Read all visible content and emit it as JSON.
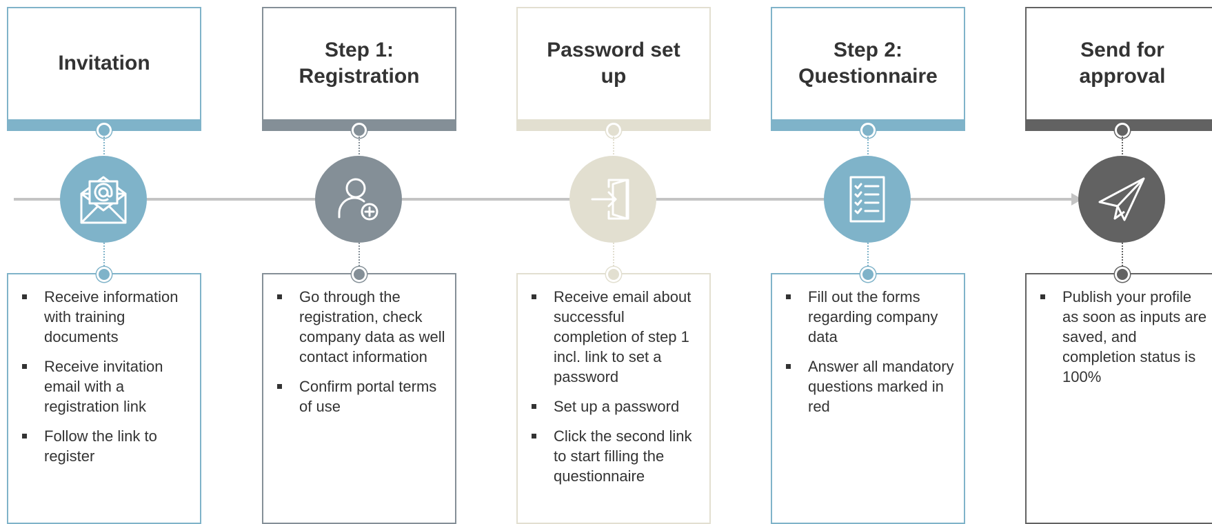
{
  "colors": {
    "timeline": "#c4c4c4",
    "steps": [
      "#7fb3c9",
      "#848f97",
      "#e2dfd0",
      "#7fb3c9",
      "#626262"
    ]
  },
  "steps": [
    {
      "title": "Invitation",
      "icon": "envelope-at-icon",
      "items": [
        "Receive information with training documents",
        "Receive invitation email with a registration link",
        "Follow the link to register"
      ]
    },
    {
      "title": "Step 1:\nRegistration",
      "icon": "user-add-icon",
      "items": [
        "Go through the registration, check company data as well contact information",
        "Confirm portal terms of use"
      ]
    },
    {
      "title": "Password set\nup",
      "icon": "sign-in-door-icon",
      "items": [
        "Receive email about successful completion of step 1 incl. link to set a password",
        "Set up a password",
        "Click the second link to start filling the questionnaire"
      ]
    },
    {
      "title": "Step 2:\nQuestionnaire",
      "icon": "checklist-icon",
      "items": [
        "Fill out the forms regarding company data",
        "Answer all mandatory questions marked in red"
      ]
    },
    {
      "title": "Send for\napproval",
      "icon": "paper-plane-icon",
      "items": [
        "Publish your profile as soon as inputs are saved, and completion status is 100%"
      ]
    }
  ]
}
